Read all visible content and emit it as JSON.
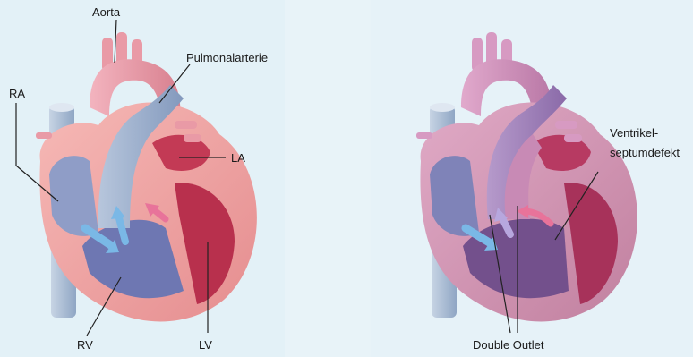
{
  "labels": {
    "aorta": "Aorta",
    "pulmonalarterie": "Pulmonalarterie",
    "ra": "RA",
    "la": "LA",
    "rv": "RV",
    "lv": "LV",
    "vsd_line1": "Ventrikel-",
    "vsd_line2": "septumdefekt",
    "double_outlet": "Double Outlet"
  },
  "colors": {
    "background": "#e3f1f7",
    "myocardium": "#f0a5a5",
    "aorta": "#e89aa8",
    "pulmonary": "#9db2cf",
    "vena_cava": "#a9bfd6",
    "blood_oxygenated": "#c8374f",
    "blood_deoxygenated": "#7a82b8",
    "mixed_chamber": "#8a5a9a",
    "arrow_blue": "#7ab8e6",
    "arrow_pink": "#e8739a"
  }
}
